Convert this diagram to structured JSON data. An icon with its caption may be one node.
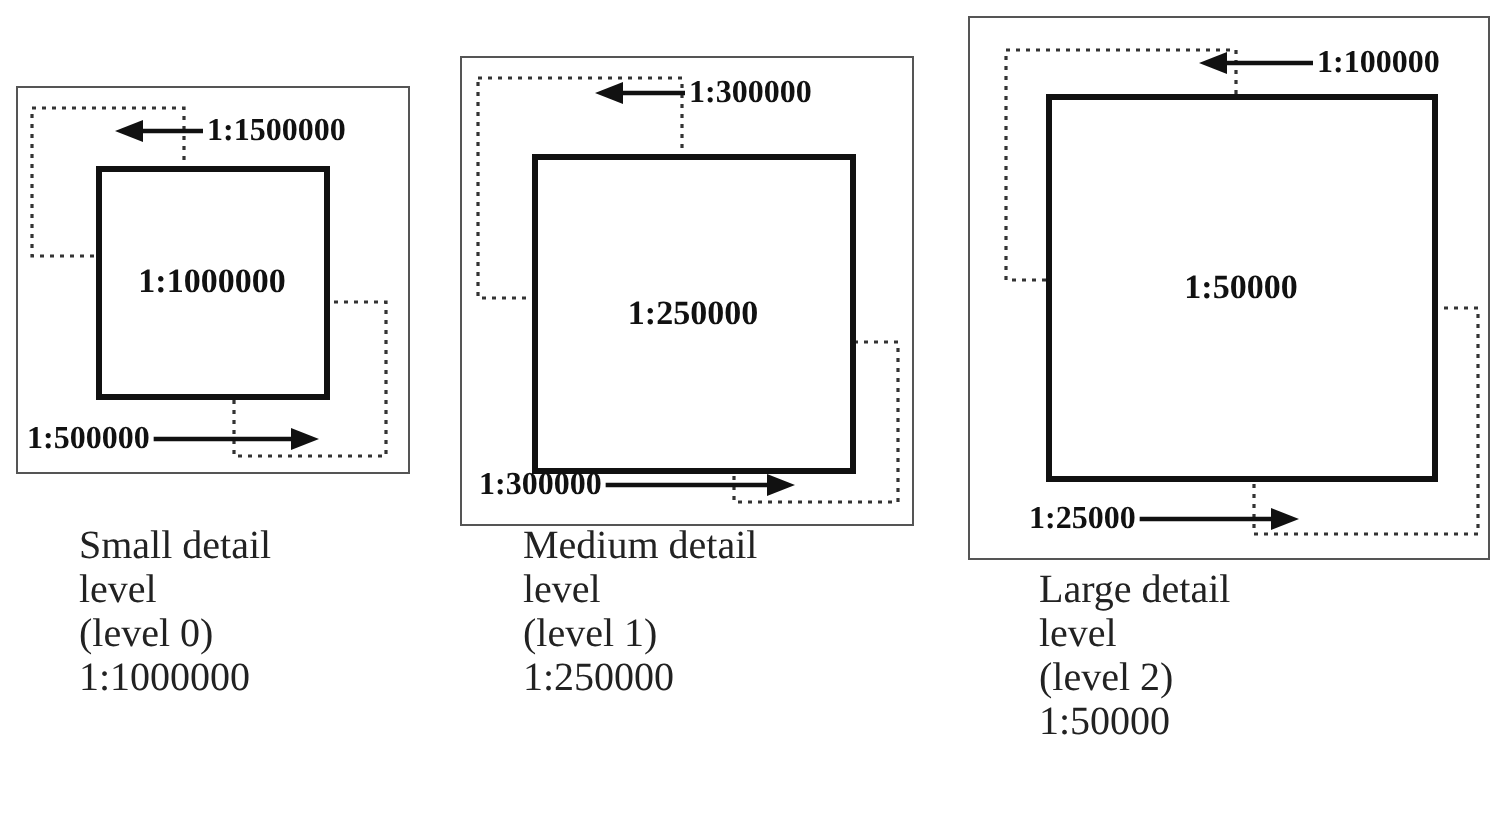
{
  "diagram": {
    "nodes": [
      {
        "text": [],
        "shape": "box",
        "beside": [
          "Small detail level",
          "(level 0)",
          "1:1000000"
        ]
      },
      {
        "text": [],
        "shape": "box",
        "in": 0
      },
      {
        "text": [
          "1:1500000"
        ],
        "in": 0
      },
      {
        "text": [
          "1:1000000"
        ],
        "in": 0
      },
      {
        "text": [
          "1:500000"
        ],
        "in": 0
      },
      {
        "text": [],
        "shape": "box",
        "in": 0
      },
      {
        "text": [],
        "shape": "box",
        "beside": [
          "Medium detail level",
          "(level 1)",
          "1:250000"
        ]
      },
      {
        "text": [],
        "shape": "box",
        "in": 6
      },
      {
        "text": [
          "1:300000"
        ],
        "in": 6
      },
      {
        "text": [
          "1:250000"
        ],
        "in": 6
      },
      {
        "text": [
          "1:300000"
        ],
        "in": 6
      },
      {
        "text": [],
        "shape": "box",
        "in": 6
      },
      {
        "text": [],
        "shape": "box",
        "beside": [
          "Large detail level",
          "(level 2)",
          "1:50000"
        ]
      },
      {
        "text": [],
        "shape": "box",
        "in": 12
      },
      {
        "text": [
          "1:100000"
        ],
        "in": 12
      },
      {
        "text": [
          "1:50000"
        ],
        "in": 12
      },
      {
        "text": [
          "1:25000"
        ],
        "in": 12
      },
      {
        "text": [],
        "shape": "box",
        "in": 12
      }
    ],
    "edges": [
      {
        "from": 2,
        "to": 1,
        "arrow": "to"
      },
      {
        "from": 4,
        "to": 5,
        "arrow": "to"
      },
      {
        "from": 8,
        "to": 7,
        "arrow": "to"
      },
      {
        "from": 10,
        "to": 11,
        "arrow": "to"
      },
      {
        "from": 14,
        "to": 13,
        "arrow": "to"
      },
      {
        "from": 16,
        "to": 17,
        "arrow": "to"
      }
    ]
  }
}
